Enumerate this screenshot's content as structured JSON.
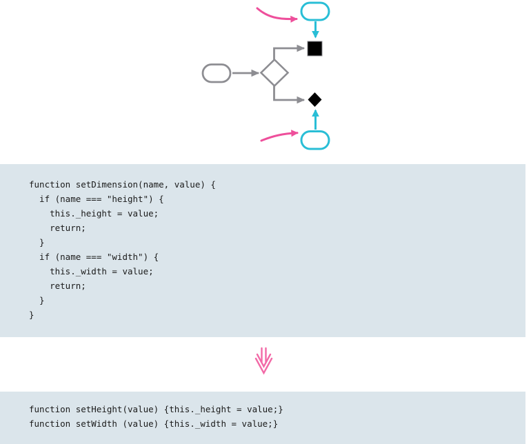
{
  "diagram": {
    "type": "flowchart-before-after",
    "shapes": [
      "start-terminator-left",
      "decision-diamond",
      "black-square-end-node",
      "black-diamond-end-node",
      "highlight-terminator-top",
      "highlight-terminator-bottom"
    ],
    "annotations": [
      "pink-callout-arrow-top",
      "pink-callout-arrow-bottom",
      "cyan-flow-arrow-down",
      "cyan-flow-arrow-up"
    ],
    "colors": {
      "cyan": "#29bed6",
      "pink": "#ee4f9b",
      "pink_light": "#f26aa7",
      "gray": "#8d8d92",
      "black": "#000000",
      "code_background": "#dbe5eb",
      "code_text": "#1a1a1a"
    }
  },
  "code_block_before": {
    "code": "function setDimension(name, value) {\n  if (name === \"height\") {\n    this._height = value;\n    return;\n  }\n  if (name === \"width\") {\n    this._width = value;\n    return;\n  }\n}"
  },
  "transform_arrow": {
    "icon": "double-down-arrow"
  },
  "code_block_after": {
    "code": "function setHeight(value) {this._height = value;}\nfunction setWidth (value) {this._width = value;}"
  }
}
